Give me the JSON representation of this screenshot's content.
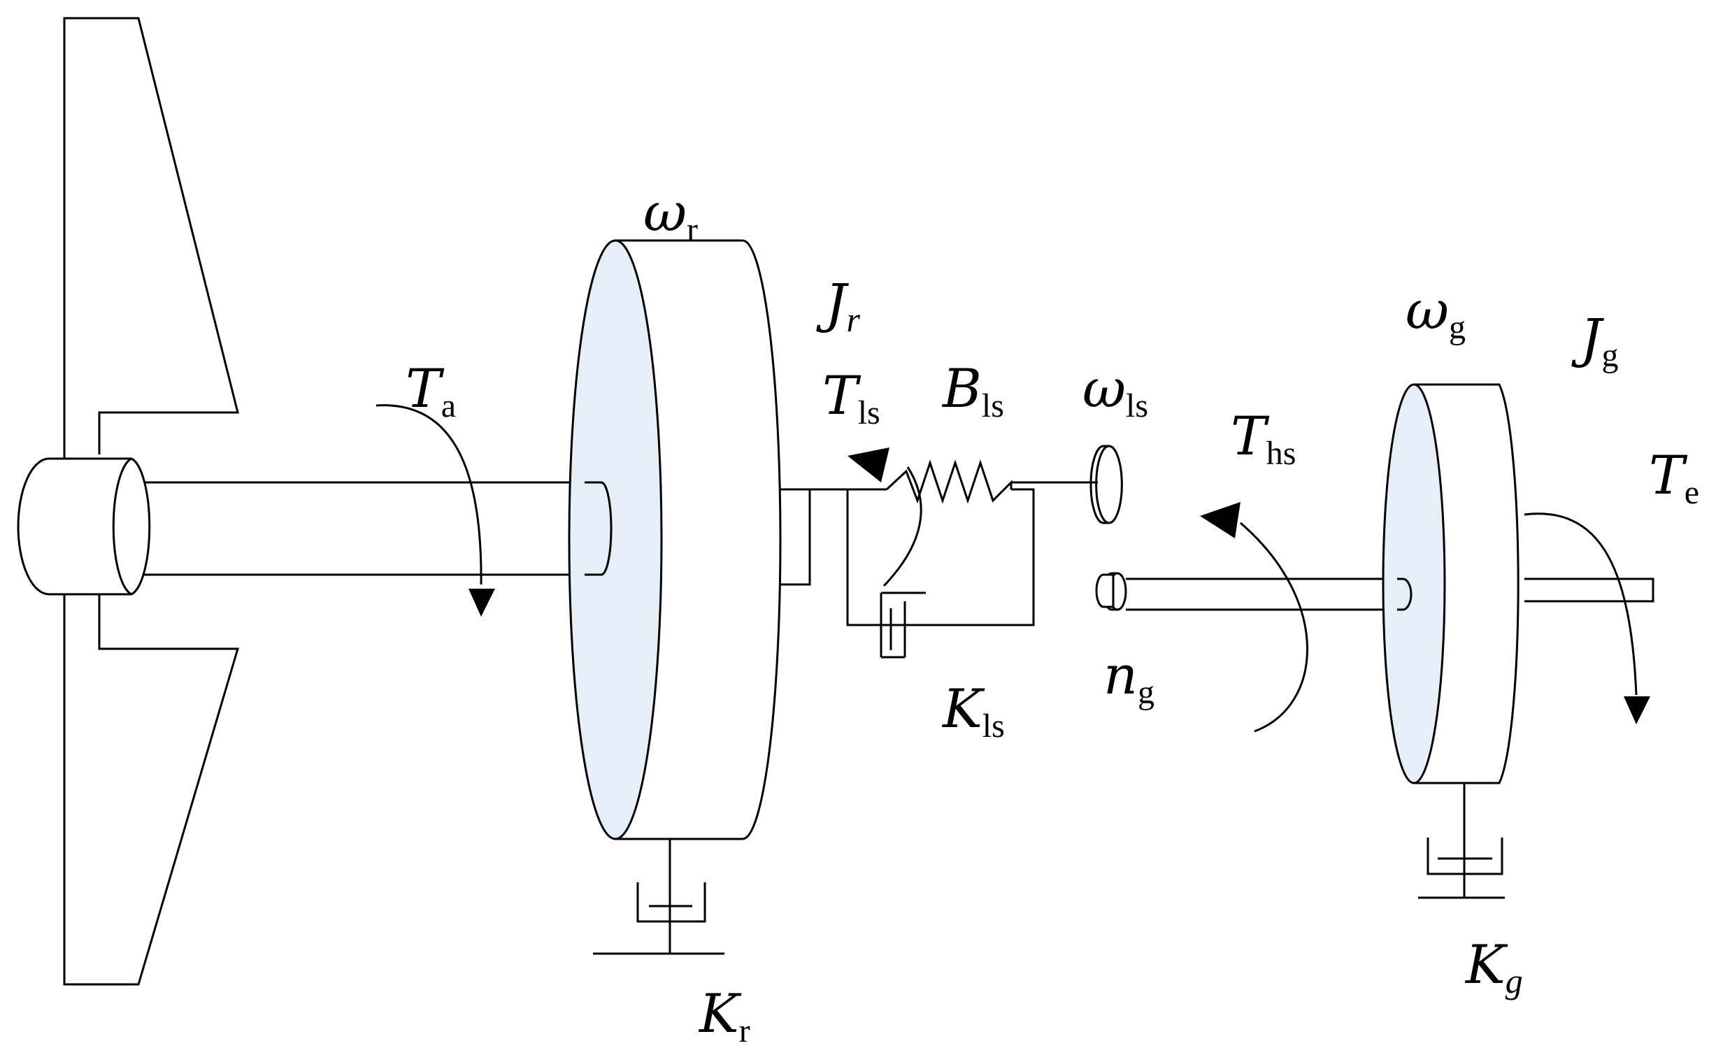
{
  "colors": {
    "disc_face": "#e6eef8",
    "line": "#000000",
    "background": "#ffffff"
  },
  "labels": {
    "omega_r": {
      "symbol": "ω",
      "sub": "r"
    },
    "J_r": {
      "symbol": "J",
      "sub": "r"
    },
    "T_a": {
      "symbol": "T",
      "sub": "a"
    },
    "T_ls": {
      "symbol": "T",
      "sub": "ls"
    },
    "B_ls": {
      "symbol": "B",
      "sub": "ls"
    },
    "omega_ls": {
      "symbol": "ω",
      "sub": "ls"
    },
    "T_hs": {
      "symbol": "T",
      "sub": "hs"
    },
    "omega_g": {
      "symbol": "ω",
      "sub": "g"
    },
    "J_g": {
      "symbol": "J",
      "sub": "g"
    },
    "T_e": {
      "symbol": "T",
      "sub": "e"
    },
    "K_ls": {
      "symbol": "K",
      "sub": "ls"
    },
    "n_g": {
      "symbol": "n",
      "sub": "g"
    },
    "K_r": {
      "symbol": "K",
      "sub": "r"
    },
    "K_g": {
      "symbol": "K",
      "sub": "g"
    }
  }
}
